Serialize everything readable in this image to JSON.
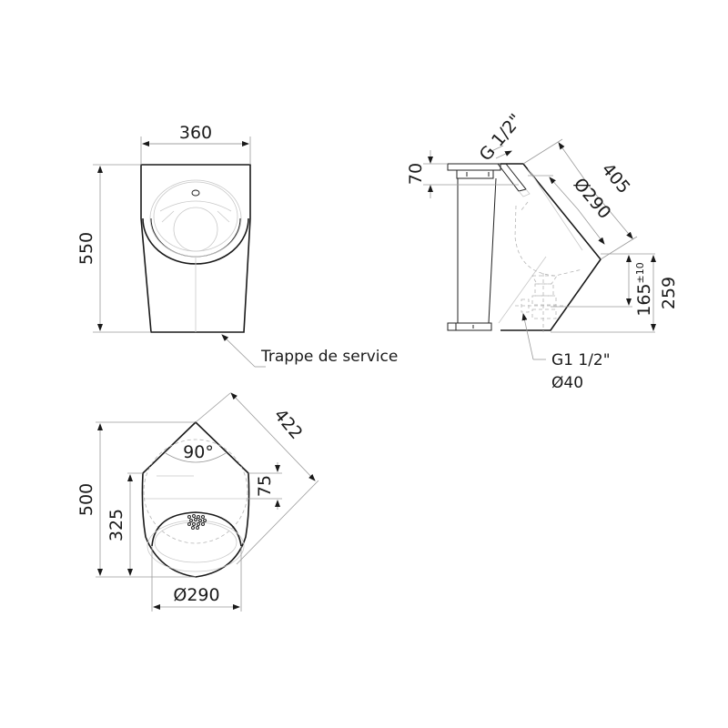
{
  "drawing": {
    "colors": {
      "line": "#1a1a1a",
      "dimension_line": "#9a9a9a",
      "hidden_line": "#b5b5b5",
      "background": "#ffffff"
    },
    "front_view": {
      "width_label": "360",
      "height_label": "550",
      "callout_label": "Trappe de service"
    },
    "side_view": {
      "top_flange_label": "70",
      "inlet_label": "G 1/2\"",
      "diagonal_label": "405",
      "bowl_diameter_label": "Ø290",
      "outlet_height_label": "165",
      "outlet_height_tolerance": "±10",
      "lower_height_label": "259",
      "outlet_thread_label": "G1 1/2\"",
      "outlet_diameter_label": "Ø40"
    },
    "top_view": {
      "angle_label": "90°",
      "diagonal_label": "422",
      "depth_label": "500",
      "bowl_depth_label": "325",
      "corner_offset_label": "75",
      "bowl_diameter_label": "Ø290"
    }
  }
}
